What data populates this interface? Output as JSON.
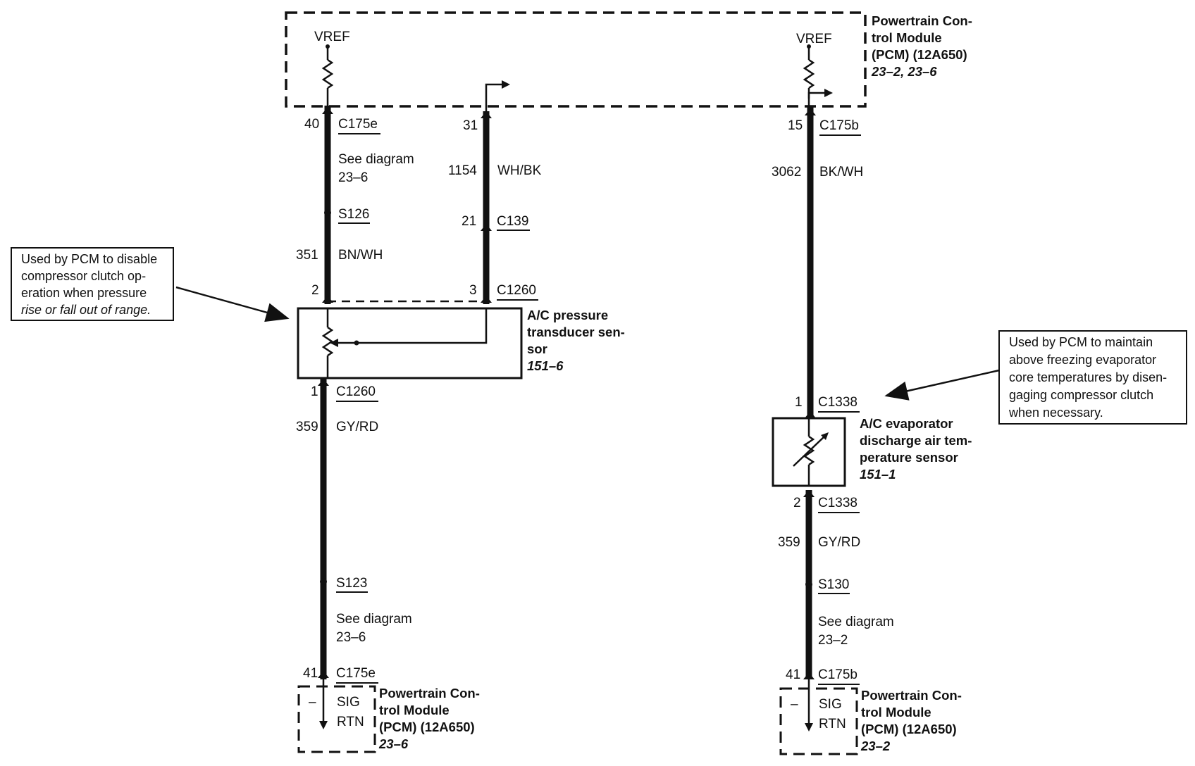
{
  "pcm_top": {
    "lines": [
      "Powertrain Con-",
      "trol Module",
      "(PCM) (12A650)"
    ],
    "page_ref": "23–2, 23–6",
    "vref_left": "VREF",
    "vref_right": "VREF"
  },
  "left_circuit": {
    "pin_top": "40",
    "connector_top": "C175e",
    "see_diagram_top": [
      "See diagram",
      "23–6"
    ],
    "splice_top": "S126",
    "circuit_top": "351",
    "color_top": "BN/WH",
    "sensor_pin_top": "2",
    "sensor_pin_bottom": "1",
    "sensor_connector_bottom": "C1260",
    "circuit_bottom": "359",
    "color_bottom": "GY/RD",
    "splice_bottom": "S123",
    "see_diagram_bottom": [
      "See diagram",
      "23–6"
    ],
    "pin_bottom": "41",
    "connector_bottom": "C175e"
  },
  "middle_circuit": {
    "pin_top": "31",
    "circuit": "1154",
    "color": "WH/BK",
    "pin_mid": "21",
    "connector_mid": "C139",
    "sensor_pin": "3",
    "sensor_connector": "C1260"
  },
  "pressure_sensor": {
    "lines": [
      "A/C pressure",
      "transducer sen-",
      "sor"
    ],
    "page_ref": "151–6"
  },
  "right_circuit": {
    "pin_top": "15",
    "connector_top": "C175b",
    "circuit_top": "3062",
    "color_top": "BK/WH",
    "sensor_pin_top": "1",
    "sensor_connector_top": "C1338",
    "sensor_pin_bottom": "2",
    "sensor_connector_bottom": "C1338",
    "circuit_bottom": "359",
    "color_bottom": "GY/RD",
    "splice_bottom": "S130",
    "see_diagram_bottom": [
      "See diagram",
      "23–2"
    ],
    "pin_bottom": "41",
    "connector_bottom": "C175b"
  },
  "evap_sensor": {
    "lines": [
      "A/C evaporator",
      "discharge air tem-",
      "perature sensor"
    ],
    "page_ref": "151–1"
  },
  "note_left": {
    "lines": [
      "Used by PCM to disable",
      "compressor clutch op-",
      "eration when pressure",
      "rise or fall out of range."
    ]
  },
  "note_right": {
    "lines": [
      "Used by PCM to maintain",
      "above freezing evaporator",
      "core temperatures by disen-",
      "gaging compressor clutch",
      "when necessary."
    ]
  },
  "pcm_bottom_left": {
    "minus": "–",
    "sig": "SIG",
    "rtn": "RTN",
    "lines": [
      "Powertrain Con-",
      "trol Module",
      "(PCM) (12A650)"
    ],
    "page_ref": "23–6"
  },
  "pcm_bottom_right": {
    "minus": "–",
    "sig": "SIG",
    "rtn": "RTN",
    "lines": [
      "Powertrain Con-",
      "trol Module",
      "(PCM) (12A650)"
    ],
    "page_ref": "23–2"
  },
  "colors": {
    "ink": "#111111",
    "paper": "#ffffff"
  }
}
